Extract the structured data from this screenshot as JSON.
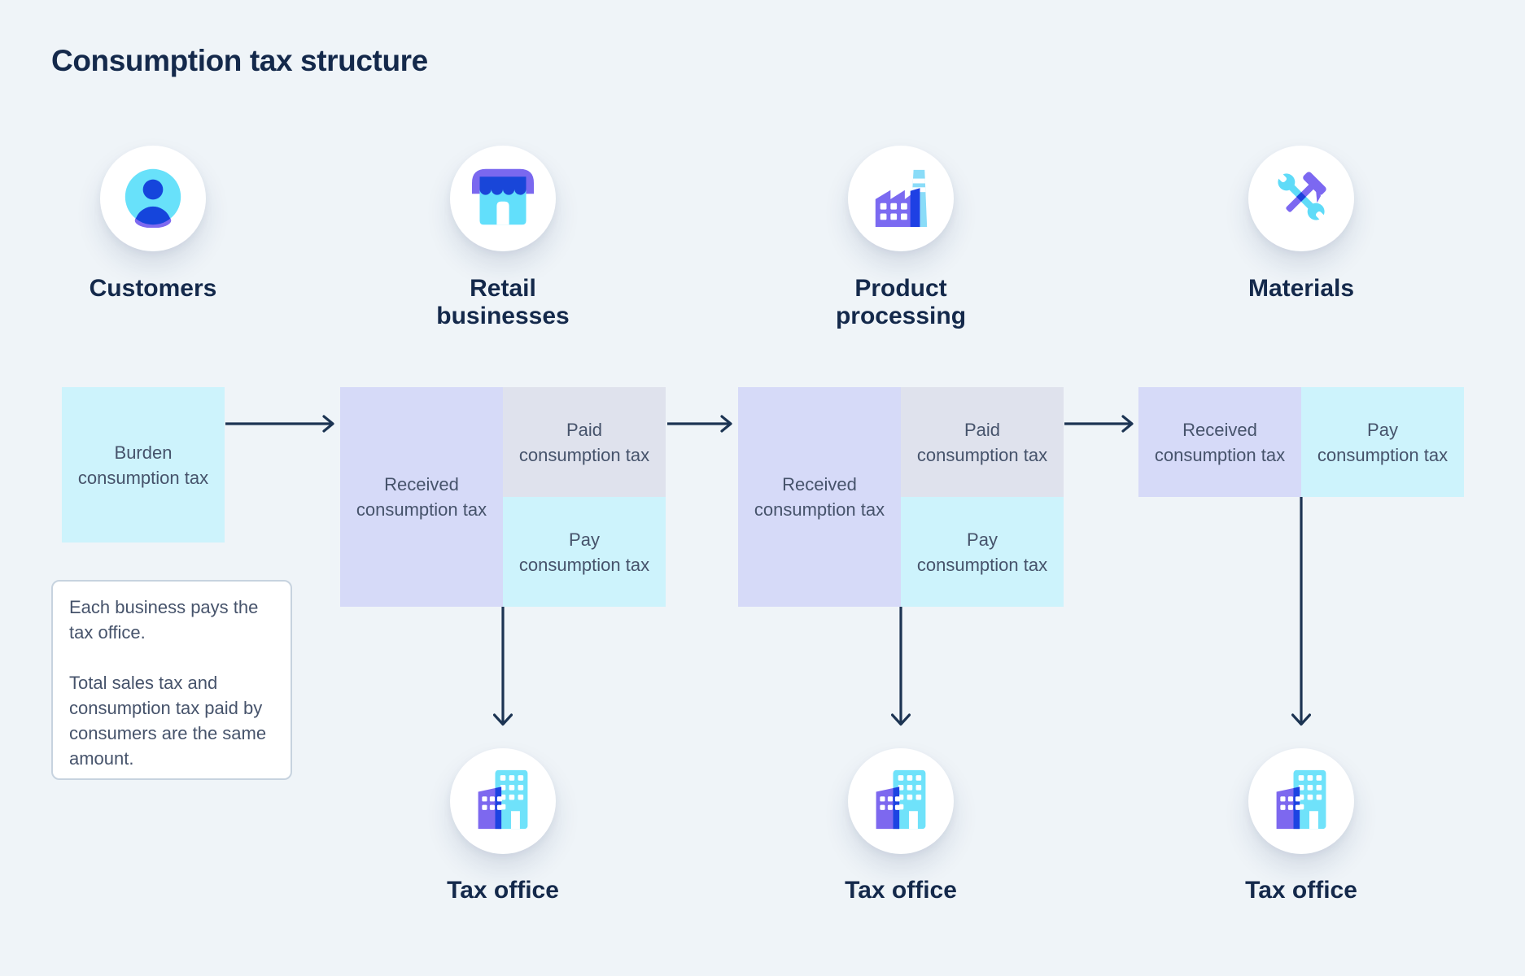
{
  "title": "Consumption tax structure",
  "entities": [
    {
      "label": "Customers",
      "icon": "person-icon"
    },
    {
      "label": "Retail businesses",
      "icon": "store-icon"
    },
    {
      "label": "Product processing",
      "icon": "factory-icon"
    },
    {
      "label": "Materials",
      "icon": "tools-icon"
    }
  ],
  "boxes": {
    "burden": "Burden consumption tax",
    "received": "Received consumption tax",
    "paid": "Paid consumption tax",
    "pay": "Pay consumption tax"
  },
  "note": {
    "para1": "Each business pays the tax office.",
    "para2": "Total sales tax and consumption tax paid by consumers are the same amount."
  },
  "tax_office_label": "Tax office",
  "colors": {
    "background": "#eff4f8",
    "heading_text": "#14294b",
    "box_text": "#46536b",
    "cyan_box": "#cdf3fc",
    "lavender_box": "#d6daf8",
    "gray_box": "#dfe2ed",
    "arrow": "#1c3453",
    "note_border": "#c7d3df",
    "icon_cyan": "#5fdbf8",
    "icon_light_cyan": "#8adcf8",
    "icon_blue": "#1545dc",
    "icon_purple": "#7c68f1"
  }
}
